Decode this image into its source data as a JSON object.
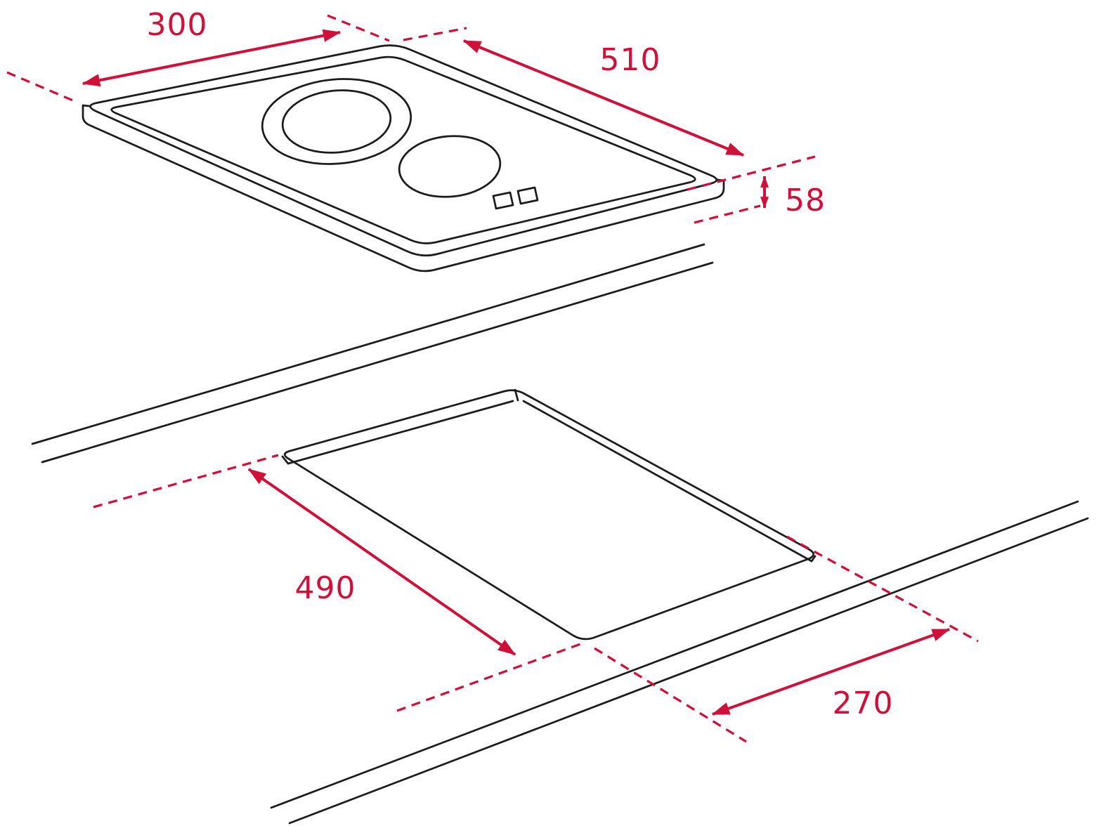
{
  "diagram": {
    "colors": {
      "outline": "#1c1c1c",
      "dimension_accent": "#d01039",
      "background": "#ffffff"
    },
    "dimensions": {
      "hob_width": "300",
      "hob_depth": "510",
      "hob_height": "58",
      "cutout_depth": "490",
      "cutout_width": "270"
    }
  }
}
